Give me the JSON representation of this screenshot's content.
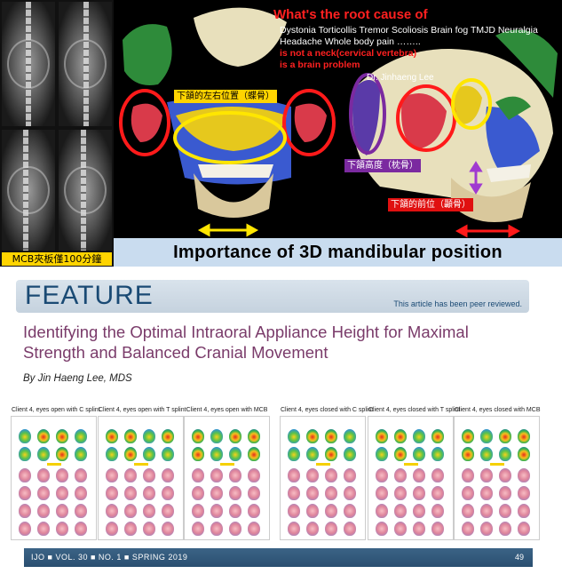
{
  "xray": {
    "caption": "MCB夾板僅100分鐘"
  },
  "skull_panel": {
    "headline": "What's the root cause of",
    "symptoms": "Dystonia Torticollis Tremor Scoliosis Brain fog TMJD Neuralgia Headache Whole body pain ……..",
    "cause_line1": "is not a neck(cervical vertebra)",
    "cause_line2": "is a brain problem",
    "author": "Dr. Jinhaeng Lee",
    "label_left_right": "下頷的左右位置（蝶骨）",
    "label_height": "下頷高度（枕骨）",
    "label_anterior": "下頷的前位（顳骨）",
    "colors": {
      "red": "#ff2020",
      "yellow": "#ffd400",
      "purple": "#7b2aa0"
    }
  },
  "caption": "Importance of 3D mandibular position",
  "article": {
    "section": "FEATURE",
    "peer_review": "This article has been peer reviewed.",
    "title": "Identifying the Optimal Intraoral Appliance Height for Maximal Strength and Balanced Cranial Movement",
    "byline": "By Jin Haeng Lee, MDS",
    "panels": [
      {
        "title": "Client 4, eyes open with C splint"
      },
      {
        "title": "Client 4, eyes open with T splint"
      },
      {
        "title": "Client 4, eyes open with MCB"
      },
      {
        "title": "Client 4, eyes closed with C splint"
      },
      {
        "title": "Client 4, eyes closed with T splint"
      },
      {
        "title": "Client 4, eyes closed with MCB"
      }
    ],
    "footer": "IJO ■ VOL. 30 ■ NO. 1 ■ SPRING 2019",
    "page_number": "49"
  }
}
